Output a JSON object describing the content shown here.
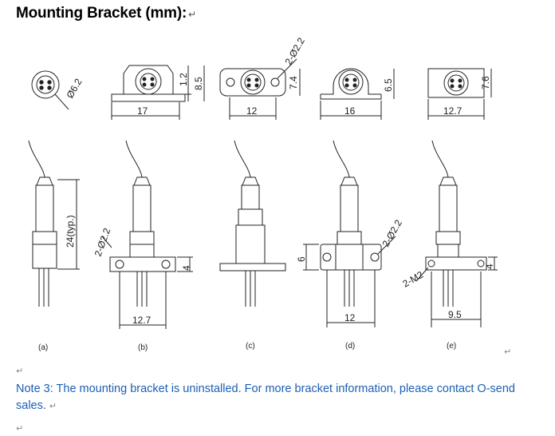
{
  "title": "Mounting Bracket (mm):",
  "return_mark": "↵",
  "dimensions": {
    "a_top_dia": "Ø6.2",
    "b_top_width": "17",
    "b_top_h1": "1.2",
    "b_top_h2": "8.5",
    "c_top_holes": "2-Ø2.2",
    "c_top_height": "7.4",
    "c_top_width": "12",
    "d_top_height": "6.5",
    "d_top_width": "16",
    "e_top_height": "7.6",
    "e_top_width": "12.7",
    "a_side_length": "24(typ.)",
    "b_side_holes": "2-Ø2.2",
    "b_side_height": "4",
    "b_side_width": "12.7",
    "d_side_height": "6",
    "d_side_holes": "2-Ø2.2",
    "d_side_width": "12",
    "e_side_threads": "2-M2",
    "e_side_height": "4",
    "e_side_width": "9.5"
  },
  "labels": [
    "(a)",
    "(b)",
    "(c)",
    "(d)",
    "(e)"
  ],
  "note": "Note 3: The mounting bracket is uninstalled. For more bracket information, please contact O-send sales."
}
